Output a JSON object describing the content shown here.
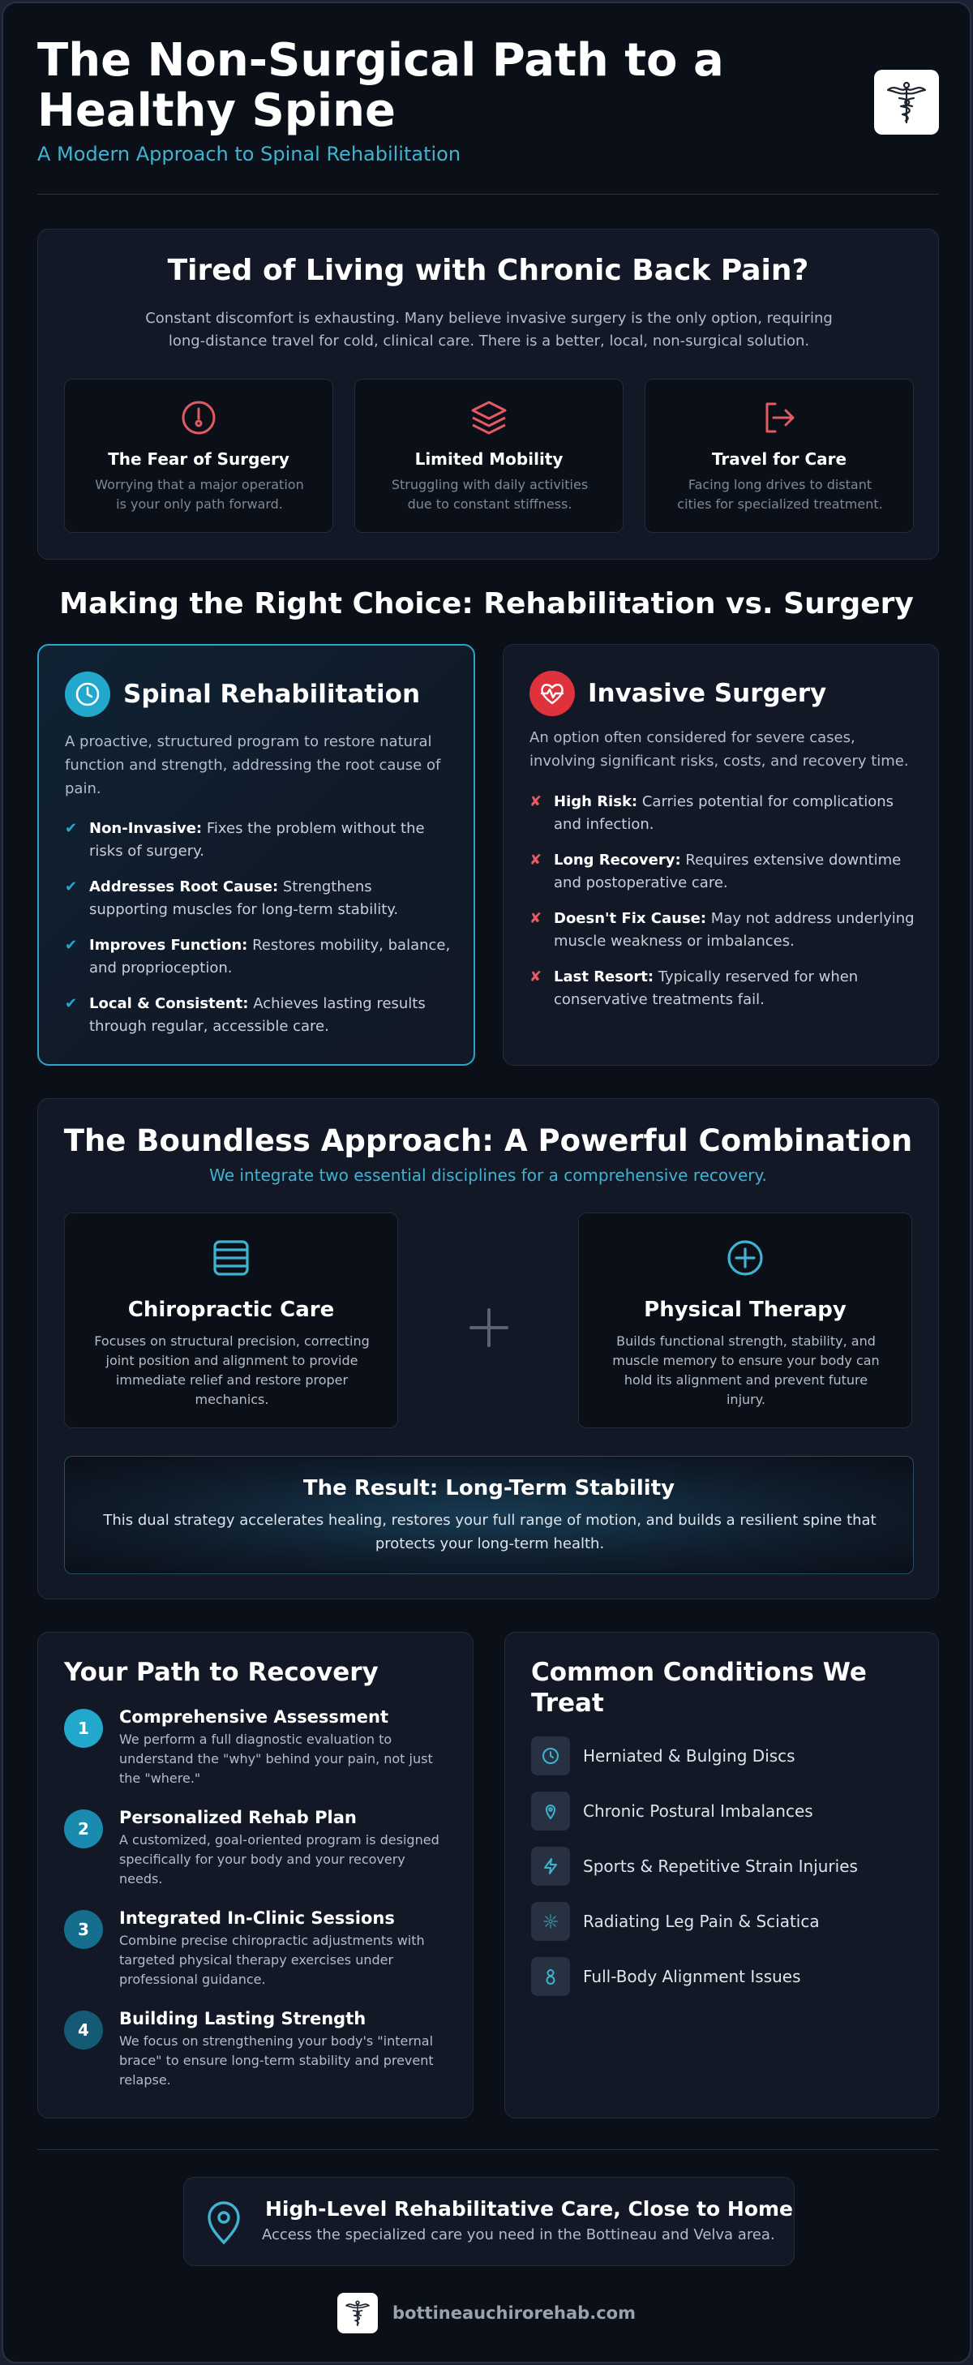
{
  "header": {
    "title": "The Non-Surgical Path to a Healthy Spine",
    "subtitle": "A Modern Approach to Spinal Rehabilitation",
    "logo_icon": "caduceus-logo-icon"
  },
  "problem": {
    "title": "Tired of Living with Chronic Back Pain?",
    "intro": "Constant discomfort is exhausting. Many believe invasive surgery is the only option, requiring long-distance travel for cold, clinical care. There is a better, local, non-surgical solution.",
    "cards": [
      {
        "icon": "alert-circle-icon",
        "title": "The Fear of Surgery",
        "desc": "Worrying that a major operation is your only path forward."
      },
      {
        "icon": "layers-icon",
        "title": "Limited Mobility",
        "desc": "Struggling with daily activities due to constant stiffness."
      },
      {
        "icon": "log-out-icon",
        "title": "Travel for Care",
        "desc": "Facing long drives to distant cities for specialized treatment."
      }
    ]
  },
  "comparison": {
    "title": "Making the Right Choice: Rehabilitation vs. Surgery",
    "rehab": {
      "icon": "clock-icon",
      "title": "Spinal Rehabilitation",
      "desc": "A proactive, structured program to restore natural function and strength, addressing the root cause of pain.",
      "mark": "✔",
      "items": [
        {
          "bold": "Non-Invasive:",
          "text": " Fixes the problem without the risks of surgery."
        },
        {
          "bold": "Addresses Root Cause:",
          "text": " Strengthens supporting muscles for long-term stability."
        },
        {
          "bold": "Improves Function:",
          "text": " Restores mobility, balance, and proprioception."
        },
        {
          "bold": "Local & Consistent:",
          "text": " Achieves lasting results through regular, accessible care."
        }
      ]
    },
    "surgery": {
      "icon": "heart-pulse-icon",
      "title": "Invasive Surgery",
      "desc": "An option often considered for severe cases, involving significant risks, costs, and recovery time.",
      "mark": "✘",
      "items": [
        {
          "bold": "High Risk:",
          "text": " Carries potential for complications and infection."
        },
        {
          "bold": "Long Recovery:",
          "text": " Requires extensive downtime and postoperative care."
        },
        {
          "bold": "Doesn't Fix Cause:",
          "text": " May not address underlying muscle weakness or imbalances."
        },
        {
          "bold": "Last Resort:",
          "text": " Typically reserved for when conservative treatments fail."
        }
      ]
    }
  },
  "approach": {
    "title": "The Boundless Approach: A Powerful Combination",
    "subtitle": "We integrate two essential disciplines for a comprehensive recovery.",
    "chiro": {
      "icon": "list-box-icon",
      "title": "Chiropractic Care",
      "desc": "Focuses on structural precision, correcting joint position and alignment to provide immediate relief and restore proper mechanics."
    },
    "pt": {
      "icon": "plus-circle-icon",
      "title": "Physical Therapy",
      "desc": "Builds functional strength, stability, and muscle memory to ensure your body can hold its alignment and prevent future injury."
    },
    "plus_symbol": "+",
    "result": {
      "title": "The Result: Long-Term Stability",
      "desc": "This dual strategy accelerates healing, restores your full range of motion, and builds a resilient spine that protects your long-term health."
    }
  },
  "recovery": {
    "title": "Your Path to Recovery",
    "steps": [
      {
        "num": "1",
        "title": "Comprehensive Assessment",
        "desc": "We perform a full diagnostic evaluation to understand the \"why\" behind your pain, not just the \"where.\""
      },
      {
        "num": "2",
        "title": "Personalized Rehab Plan",
        "desc": "A customized, goal-oriented program is designed specifically for your body and your recovery needs."
      },
      {
        "num": "3",
        "title": "Integrated In-Clinic Sessions",
        "desc": "Combine precise chiropractic adjustments with targeted physical therapy exercises under professional guidance."
      },
      {
        "num": "4",
        "title": "Building Lasting Strength",
        "desc": "We focus on strengthening your body's \"internal brace\" to ensure long-term stability and prevent relapse."
      }
    ],
    "step_colors": [
      "#22a7cd",
      "#1a8aae",
      "#166e8f",
      "#145a75"
    ]
  },
  "conditions": {
    "title": "Common Conditions We Treat",
    "items": [
      {
        "icon": "clock-icon",
        "label": "Herniated & Bulging Discs"
      },
      {
        "icon": "map-pin-icon",
        "label": "Chronic Postural Imbalances"
      },
      {
        "icon": "lightning-icon",
        "label": "Sports & Repetitive Strain Injuries"
      },
      {
        "icon": "nerve-icon",
        "label": "Radiating Leg Pain & Sciatica"
      },
      {
        "icon": "figure-eight-icon",
        "label": "Full-Body Alignment Issues"
      }
    ]
  },
  "cta": {
    "icon": "location-pin-icon",
    "title": "High-Level Rehabilitative Care, Close to Home",
    "desc": "Access the specialized care you need in the Bottineau and Velva area."
  },
  "footer": {
    "url": "bottineauchirorehab.com"
  },
  "colors": {
    "accent": "#3fb4d2",
    "danger": "#e25b63",
    "check": "#2aa6cc"
  }
}
